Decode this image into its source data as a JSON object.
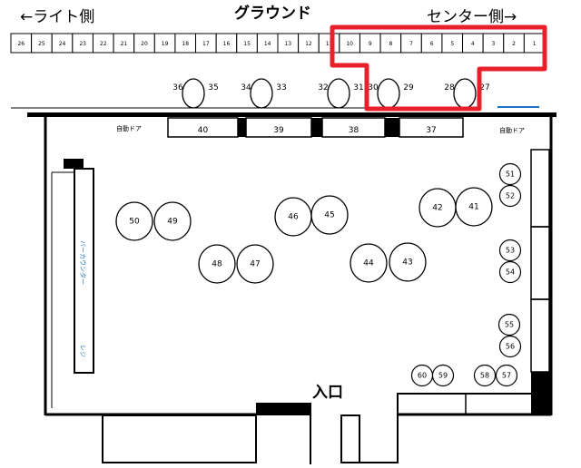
{
  "header": {
    "left_label": "←ライト側",
    "title": "グラウンド",
    "right_label": "センター側→"
  },
  "top_row_seats": [
    "26",
    "25",
    "24",
    "23",
    "22",
    "21",
    "20",
    "19",
    "18",
    "17",
    "16",
    "15",
    "14",
    "13",
    "12",
    "11",
    "10",
    "9",
    "8",
    "7",
    "6",
    "5",
    "4",
    "3",
    "2",
    "1"
  ],
  "pair_seats": [
    {
      "left": "36",
      "right": "35"
    },
    {
      "left": "34",
      "right": "33"
    },
    {
      "left": "32",
      "right": "31"
    },
    {
      "left": "30",
      "right": "29"
    },
    {
      "left": "28",
      "right": "27"
    }
  ],
  "window_seats": [
    "40",
    "39",
    "38",
    "37"
  ],
  "auto_door_label": "自動ドア",
  "tables": [
    "50",
    "49",
    "46",
    "45",
    "42",
    "41",
    "48",
    "47",
    "44",
    "43"
  ],
  "small_tables": [
    "51",
    "52",
    "53",
    "54",
    "55",
    "56",
    "60",
    "59",
    "58",
    "57"
  ],
  "bar_counter_label": "バーカウンター",
  "register_label": "レジ",
  "entrance_label": "入口",
  "colors": {
    "highlight": "#e8202a",
    "accent_blue": "#1a73c8"
  }
}
